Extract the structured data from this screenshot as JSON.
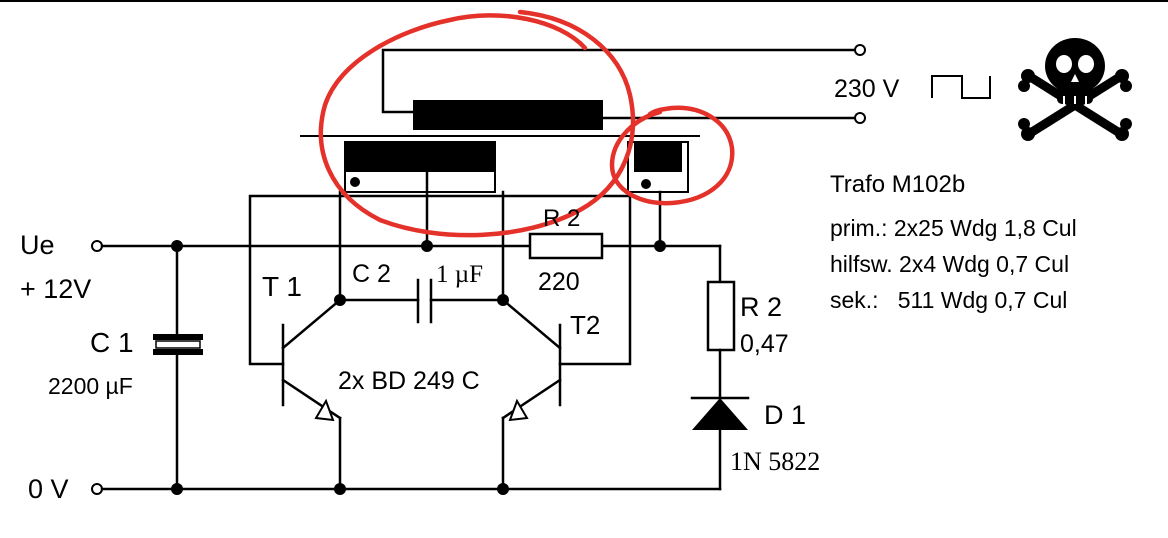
{
  "labels": {
    "input_plus": "Ue",
    "input_voltage": "+ 12V",
    "ground": "0 V",
    "output_voltage": "230 V",
    "c1_name": "C 1",
    "c1_value": "2200 µF",
    "c2_name": "C 2",
    "c2_value": "1 µF",
    "r2_top_name": "R 2",
    "r2_top_value": "220",
    "r2_side_name": "R 2",
    "r2_side_value": "0,47",
    "t1_name": "T 1",
    "t2_name": "T2",
    "transistors": "2x BD 249 C",
    "d1_name": "D 1",
    "d1_value": "1N 5822"
  },
  "trafo": {
    "title": "Trafo M102b",
    "lines": [
      "prim.: 2x25 Wdg 1,8 Cul",
      "hilfsw. 2x4 Wdg 0,7 Cul",
      "sek.:   511 Wdg 0,7 Cul"
    ]
  },
  "icons": {
    "warning": "skull-crossbones-icon",
    "waveform": "square-wave-icon"
  },
  "colors": {
    "annotation": "#e4312a",
    "ink": "#000000"
  }
}
